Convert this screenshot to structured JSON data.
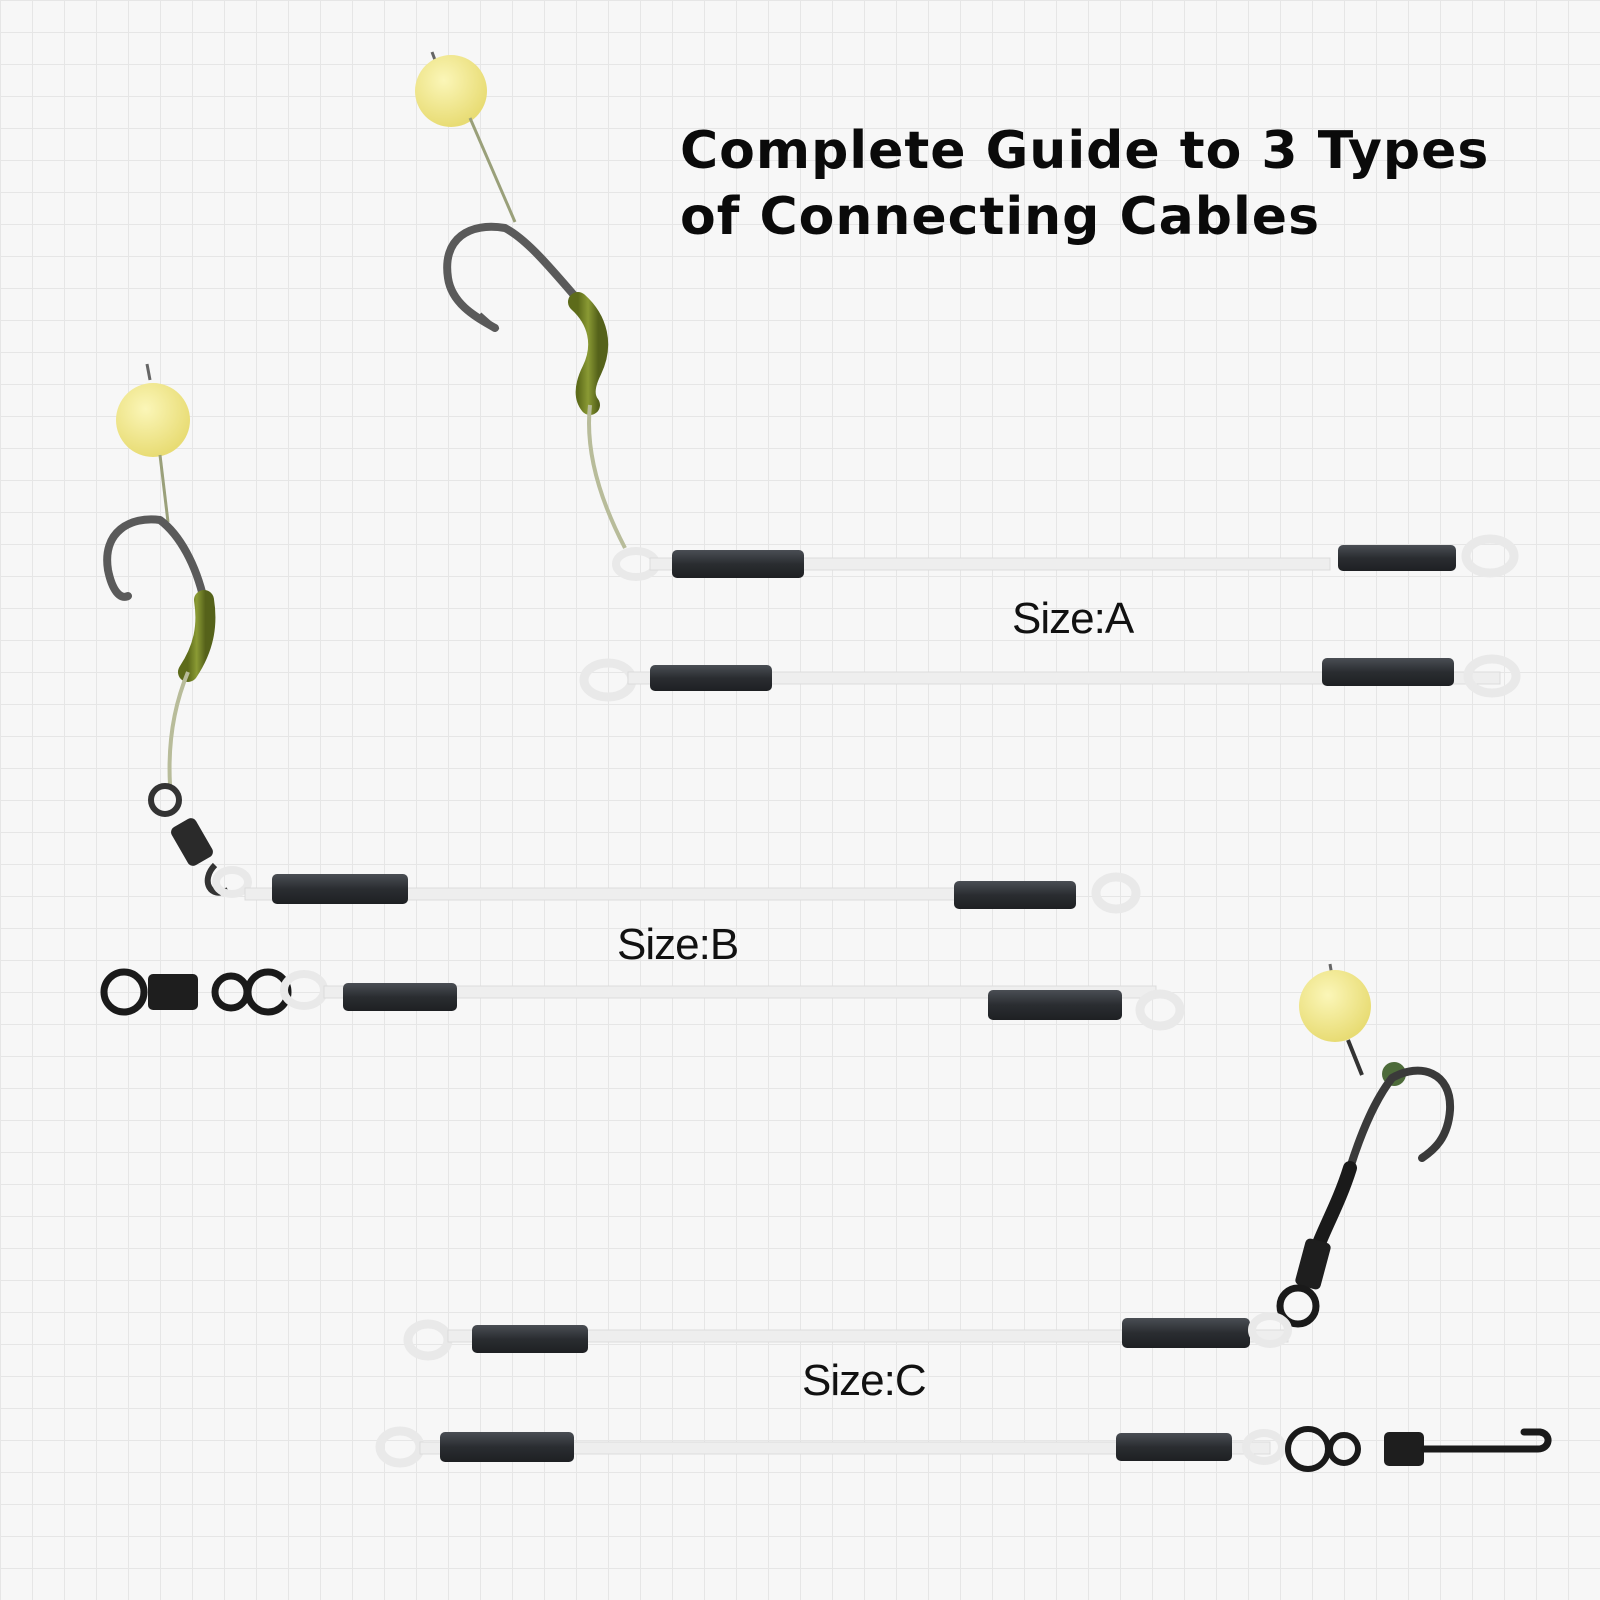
{
  "title": {
    "line1": "Complete Guide to 3 Types",
    "line2": "of Connecting Cables"
  },
  "sizes": {
    "a": "Size:A",
    "b": "Size:B",
    "c": "Size:C"
  },
  "colors": {
    "bait": "#f2eb8c",
    "sleeve": "#2f3236",
    "cable": "#eeeeee",
    "hook": "#555555",
    "shrink_tube": "#6f7f22",
    "swivel": "#1c1c1c",
    "bead": "#4d6b3a"
  }
}
